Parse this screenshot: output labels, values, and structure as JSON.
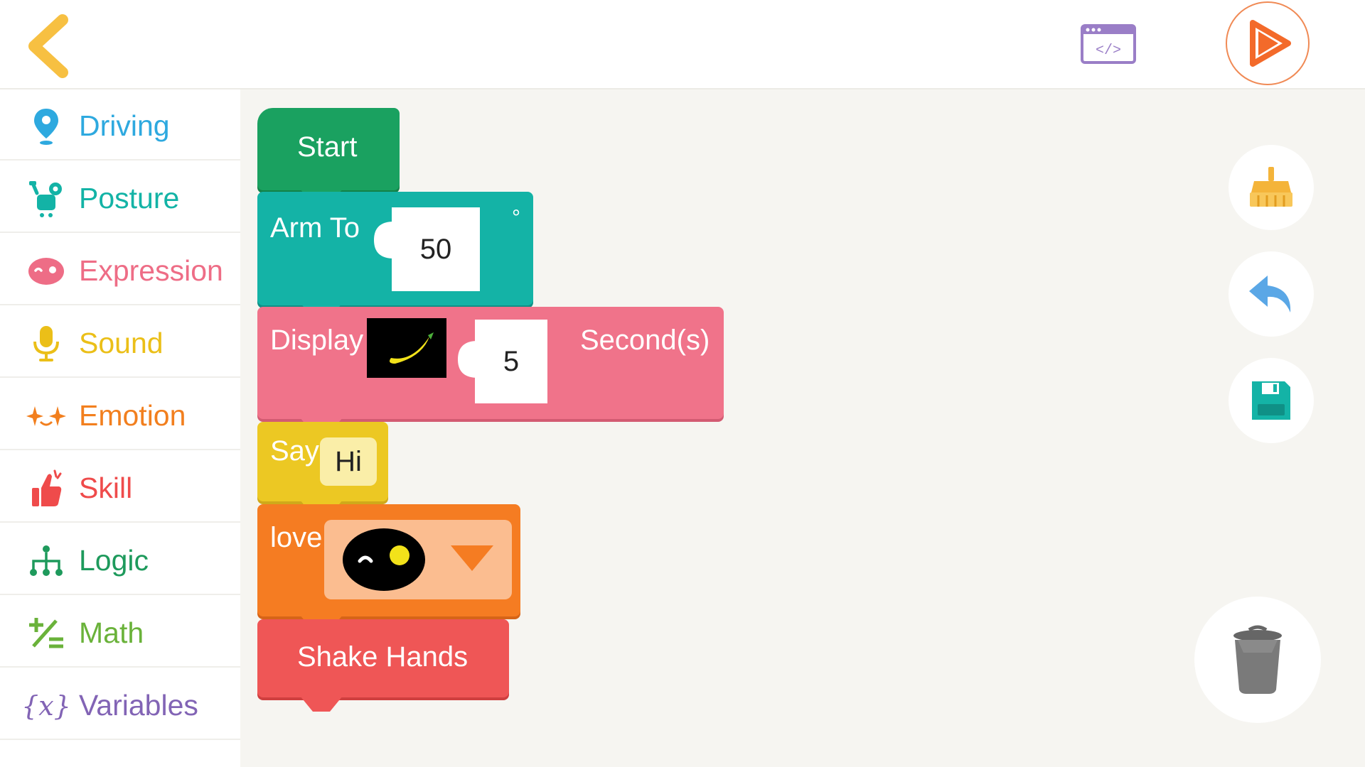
{
  "header": {
    "back_icon": "chevron-left-icon",
    "code_icon": "code-window-icon",
    "run_icon": "play-icon"
  },
  "sidebar": {
    "items": [
      {
        "label": "Driving",
        "color": "#2ea9df",
        "icon": "location-pin-icon"
      },
      {
        "label": "Posture",
        "color": "#13b3a6",
        "icon": "robot-posture-icon"
      },
      {
        "label": "Expression",
        "color": "#ee6d86",
        "icon": "face-icon"
      },
      {
        "label": "Sound",
        "color": "#ebbf18",
        "icon": "microphone-icon"
      },
      {
        "label": "Emotion",
        "color": "#f27f1e",
        "icon": "sparkle-face-icon"
      },
      {
        "label": "Skill",
        "color": "#ef4b4b",
        "icon": "thumbs-up-icon"
      },
      {
        "label": "Logic",
        "color": "#1e9a5c",
        "icon": "logic-tree-icon"
      },
      {
        "label": "Math",
        "color": "#6ab23a",
        "icon": "math-ops-icon"
      },
      {
        "label": "Variables",
        "color": "#8264b5",
        "icon": "variable-braces-icon"
      }
    ]
  },
  "blocks": {
    "start": {
      "label": "Start",
      "color": "#1aa160"
    },
    "arm": {
      "label": "Arm To",
      "value": "50",
      "unit": "°",
      "color": "#14b3a6"
    },
    "display": {
      "label": "Display",
      "value": "5",
      "suffix": "Second(s)",
      "color": "#f0738a"
    },
    "say": {
      "label": "Say",
      "value": "Hi",
      "color": "#ecc823"
    },
    "love": {
      "label": "love",
      "color": "#f57c22",
      "face_icon": "wink-face-icon",
      "dropdown_icon": "dropdown-triangle-icon"
    },
    "shake": {
      "label": "Shake Hands",
      "color": "#ef5656"
    }
  },
  "tools": {
    "clean_icon": "broom-icon",
    "undo_icon": "undo-icon",
    "save_icon": "floppy-disk-icon",
    "trash_icon": "trash-icon"
  }
}
